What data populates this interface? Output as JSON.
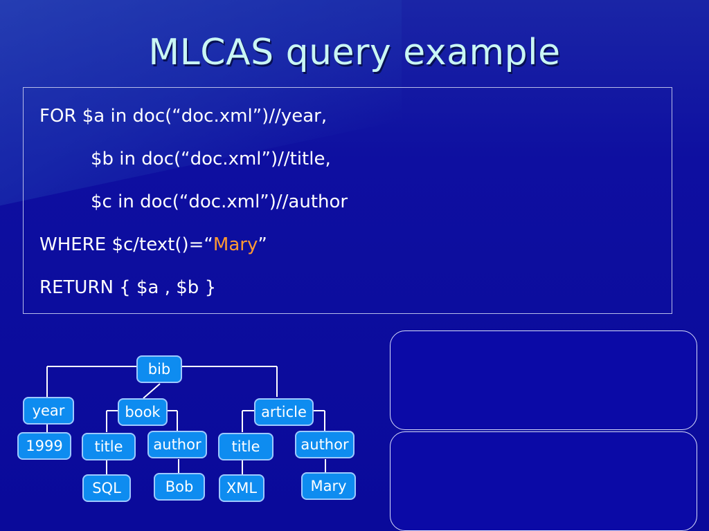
{
  "slide": {
    "title": "MLCAS query example"
  },
  "query": {
    "line1": "FOR $a in doc(“doc.xml”)//year,",
    "line2": "$b in doc(“doc.xml”)//title,",
    "line3": "$c in doc(“doc.xml”)//author",
    "line4_prefix": "WHERE $c/text()=“",
    "line4_value": "Mary",
    "line4_suffix": "”",
    "line5": "RETURN { $a , $b }"
  },
  "tree": {
    "root": "bib",
    "year": "year",
    "year_value": "1999",
    "book": "book",
    "book_title": "title",
    "book_title_value": "SQL",
    "book_author": "author",
    "book_author_value": "Bob",
    "article": "article",
    "article_title": "title",
    "article_title_value": "XML",
    "article_author": "author",
    "article_author_value": "Mary"
  },
  "colors": {
    "background": "#0b0a9c",
    "title_text": "#c9f6f4",
    "node_fill": "#0e8cf0",
    "highlight": "#ff9a32"
  }
}
